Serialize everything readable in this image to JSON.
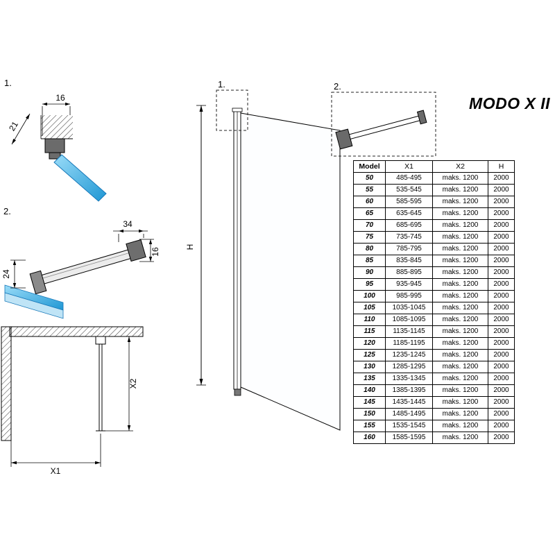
{
  "title": "MODO X II",
  "detail1": {
    "label": "1.",
    "dim_top": "16",
    "dim_side": "21"
  },
  "detail2": {
    "label": "2.",
    "dim_arm": "34",
    "dim_end": "16",
    "dim_left": "24"
  },
  "elevation": {
    "h_label": "H",
    "marker1": "1.",
    "marker2": "2."
  },
  "plan": {
    "x1_label": "X1",
    "x2_label": "X2"
  },
  "colors": {
    "glass_blue": "#2aa0dc",
    "glass_edge": "#1677b8",
    "metal_gray": "#6e6e6e"
  },
  "table": {
    "headers": [
      "Model",
      "X1",
      "X2",
      "H"
    ],
    "rows": [
      [
        "50",
        "485-495",
        "maks. 1200",
        "2000"
      ],
      [
        "55",
        "535-545",
        "maks. 1200",
        "2000"
      ],
      [
        "60",
        "585-595",
        "maks. 1200",
        "2000"
      ],
      [
        "65",
        "635-645",
        "maks. 1200",
        "2000"
      ],
      [
        "70",
        "685-695",
        "maks. 1200",
        "2000"
      ],
      [
        "75",
        "735-745",
        "maks. 1200",
        "2000"
      ],
      [
        "80",
        "785-795",
        "maks. 1200",
        "2000"
      ],
      [
        "85",
        "835-845",
        "maks. 1200",
        "2000"
      ],
      [
        "90",
        "885-895",
        "maks. 1200",
        "2000"
      ],
      [
        "95",
        "935-945",
        "maks. 1200",
        "2000"
      ],
      [
        "100",
        "985-995",
        "maks. 1200",
        "2000"
      ],
      [
        "105",
        "1035-1045",
        "maks. 1200",
        "2000"
      ],
      [
        "110",
        "1085-1095",
        "maks. 1200",
        "2000"
      ],
      [
        "115",
        "1135-1145",
        "maks. 1200",
        "2000"
      ],
      [
        "120",
        "1185-1195",
        "maks. 1200",
        "2000"
      ],
      [
        "125",
        "1235-1245",
        "maks. 1200",
        "2000"
      ],
      [
        "130",
        "1285-1295",
        "maks. 1200",
        "2000"
      ],
      [
        "135",
        "1335-1345",
        "maks. 1200",
        "2000"
      ],
      [
        "140",
        "1385-1395",
        "maks. 1200",
        "2000"
      ],
      [
        "145",
        "1435-1445",
        "maks. 1200",
        "2000"
      ],
      [
        "150",
        "1485-1495",
        "maks. 1200",
        "2000"
      ],
      [
        "155",
        "1535-1545",
        "maks. 1200",
        "2000"
      ],
      [
        "160",
        "1585-1595",
        "maks. 1200",
        "2000"
      ]
    ]
  }
}
